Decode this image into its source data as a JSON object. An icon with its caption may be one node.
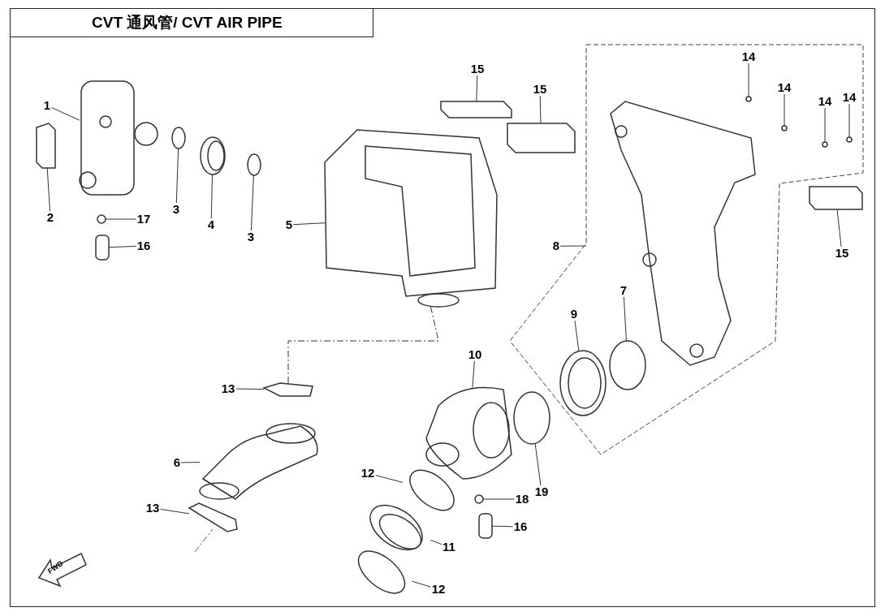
{
  "diagram": {
    "title": "CVT 通风管/ CVT AIR PIPE",
    "nodes": [
      {
        "text": [
          "14"
        ],
        "in": 36
      },
      {
        "text": [
          "15"
        ]
      },
      {
        "text": [
          "14"
        ],
        "in": 36
      },
      {
        "text": [
          "15"
        ]
      },
      {
        "text": [
          "14"
        ],
        "in": 36
      },
      {
        "text": [
          "14"
        ],
        "in": 36
      },
      {
        "text": [
          "1"
        ]
      },
      {
        "text": [
          "17"
        ]
      },
      {
        "text": [
          "2"
        ]
      },
      {
        "text": [
          "3"
        ]
      },
      {
        "text": [
          "4"
        ]
      },
      {
        "text": [
          "3"
        ]
      },
      {
        "text": [
          "5"
        ]
      },
      {
        "text": [
          "16"
        ]
      },
      {
        "text": [
          "8"
        ]
      },
      {
        "text": [
          "15"
        ]
      },
      {
        "text": [
          "7"
        ],
        "in": 36
      },
      {
        "text": [
          "9"
        ],
        "in": 36
      },
      {
        "text": [
          "10"
        ]
      },
      {
        "text": [
          "13"
        ]
      },
      {
        "text": [
          "6"
        ]
      },
      {
        "text": [
          "12"
        ]
      },
      {
        "text": [
          "19"
        ]
      },
      {
        "text": [
          "18"
        ]
      },
      {
        "text": [
          "13"
        ]
      },
      {
        "text": [
          "16"
        ]
      },
      {
        "text": [
          "11"
        ]
      },
      {
        "text": [
          "12"
        ]
      },
      {
        "text": [],
        "shape": "picture"
      },
      {
        "text": [],
        "shape": "picture"
      },
      {
        "text": [],
        "shape": "circle"
      },
      {
        "text": [],
        "shape": "picture"
      },
      {
        "text": [],
        "shape": "circle"
      },
      {
        "text": [],
        "shape": "picture"
      },
      {
        "text": [],
        "shape": "bar"
      },
      {
        "text": [],
        "shape": "bar"
      },
      {
        "text": [],
        "shape": "box"
      },
      {
        "text": [],
        "shape": "circle",
        "in": 36
      },
      {
        "text": [],
        "shape": "circle",
        "in": 36
      },
      {
        "text": [],
        "shape": "circle",
        "in": 36
      },
      {
        "text": [],
        "shape": "circle",
        "in": 36
      },
      {
        "text": [],
        "shape": "bar"
      },
      {
        "text": [],
        "shape": "circle",
        "in": 36
      },
      {
        "text": [],
        "shape": "picture",
        "in": 36
      },
      {
        "text": [],
        "shape": "picture"
      },
      {
        "text": [],
        "shape": "picture"
      },
      {
        "text": [],
        "shape": "picture"
      },
      {
        "text": [],
        "shape": "circle"
      },
      {
        "text": [],
        "shape": "circle"
      },
      {
        "text": [],
        "shape": "circle"
      },
      {
        "text": [],
        "shape": "picture"
      },
      {
        "text": [],
        "shape": "box"
      },
      {
        "text": [],
        "shape": "picture"
      },
      {
        "text": [],
        "shape": "circle"
      },
      {
        "text": [],
        "shape": "circle"
      },
      {
        "text": [],
        "shape": "box"
      }
    ],
    "edges": [
      {
        "from": 0,
        "to": 37,
        "arrow": "none"
      },
      {
        "from": 1,
        "to": 34,
        "arrow": "none"
      },
      {
        "from": 2,
        "to": 38,
        "arrow": "none"
      },
      {
        "from": 3,
        "to": 35,
        "arrow": "none"
      },
      {
        "from": 4,
        "to": 39,
        "arrow": "none"
      },
      {
        "from": 5,
        "to": 40,
        "arrow": "none"
      },
      {
        "from": 6,
        "to": 28,
        "arrow": "none"
      },
      {
        "from": 7,
        "to": 54,
        "arrow": "none"
      },
      {
        "from": 8,
        "to": 29,
        "arrow": "none"
      },
      {
        "from": 9,
        "to": 30,
        "arrow": "none"
      },
      {
        "from": 10,
        "to": 31,
        "arrow": "none"
      },
      {
        "from": 11,
        "to": 32,
        "arrow": "none"
      },
      {
        "from": 12,
        "to": 33,
        "arrow": "none"
      },
      {
        "from": 13,
        "to": 55,
        "arrow": "none"
      },
      {
        "from": 14,
        "to": 36,
        "arrow": "none"
      },
      {
        "from": 15,
        "to": 41,
        "arrow": "none"
      },
      {
        "from": 16,
        "to": 42,
        "arrow": "none"
      },
      {
        "from": 17,
        "to": 43,
        "arrow": "none"
      },
      {
        "from": 18,
        "to": 44,
        "arrow": "none"
      },
      {
        "from": 19,
        "to": 45,
        "arrow": "none"
      },
      {
        "from": 20,
        "to": 46,
        "arrow": "none"
      },
      {
        "from": 21,
        "to": 47,
        "arrow": "none"
      },
      {
        "from": 22,
        "to": 48,
        "arrow": "none"
      },
      {
        "from": 23,
        "to": 49,
        "arrow": "none"
      },
      {
        "from": 24,
        "to": 50,
        "arrow": "none"
      },
      {
        "from": 25,
        "to": 51,
        "arrow": "none"
      },
      {
        "from": 26,
        "to": 52,
        "arrow": "none"
      },
      {
        "from": 27,
        "to": 53,
        "arrow": "none"
      },
      {
        "from": 33,
        "to": 45,
        "arrow": "none",
        "style": "dashed"
      }
    ],
    "labels": [
      "FWD"
    ]
  }
}
